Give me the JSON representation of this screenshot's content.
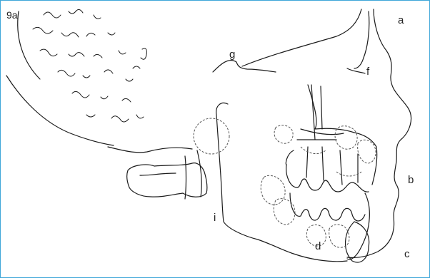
{
  "figure": {
    "figure_label": "9a",
    "colors": {
      "border": "#3ea6d9",
      "ink": "#1a1a1a",
      "dashed": "#555555"
    }
  },
  "landmarks": [
    {
      "id": "a",
      "label": "a"
    },
    {
      "id": "b",
      "label": "b"
    },
    {
      "id": "c",
      "label": "c"
    },
    {
      "id": "d",
      "label": "d"
    },
    {
      "id": "f",
      "label": "f"
    },
    {
      "id": "g",
      "label": "g"
    },
    {
      "id": "i",
      "label": "i"
    }
  ]
}
